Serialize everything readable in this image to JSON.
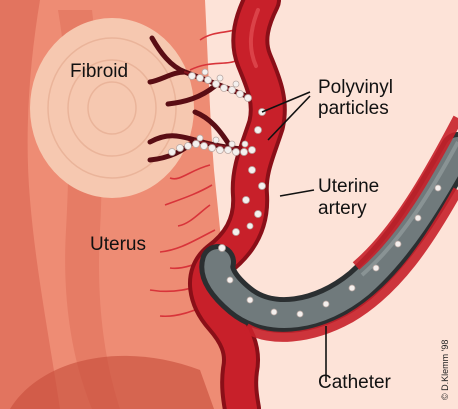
{
  "labels": {
    "fibroid": "Fibroid",
    "particles_line1": "Polyvinyl",
    "particles_line2": "particles",
    "artery_line1": "Uterine",
    "artery_line2": "artery",
    "uterus": "Uterus",
    "catheter": "Catheter"
  },
  "credit": "© D.Klemm '98",
  "colors": {
    "background": "#fde3d8",
    "uterus_wall": "#ee8c74",
    "uterus_dark": "#d8604e",
    "fibroid": "#f6c8b0",
    "artery": "#c8202a",
    "artery_dark": "#8a0f18",
    "catheter": "#707a7c",
    "particle": "#f4f0ee"
  }
}
